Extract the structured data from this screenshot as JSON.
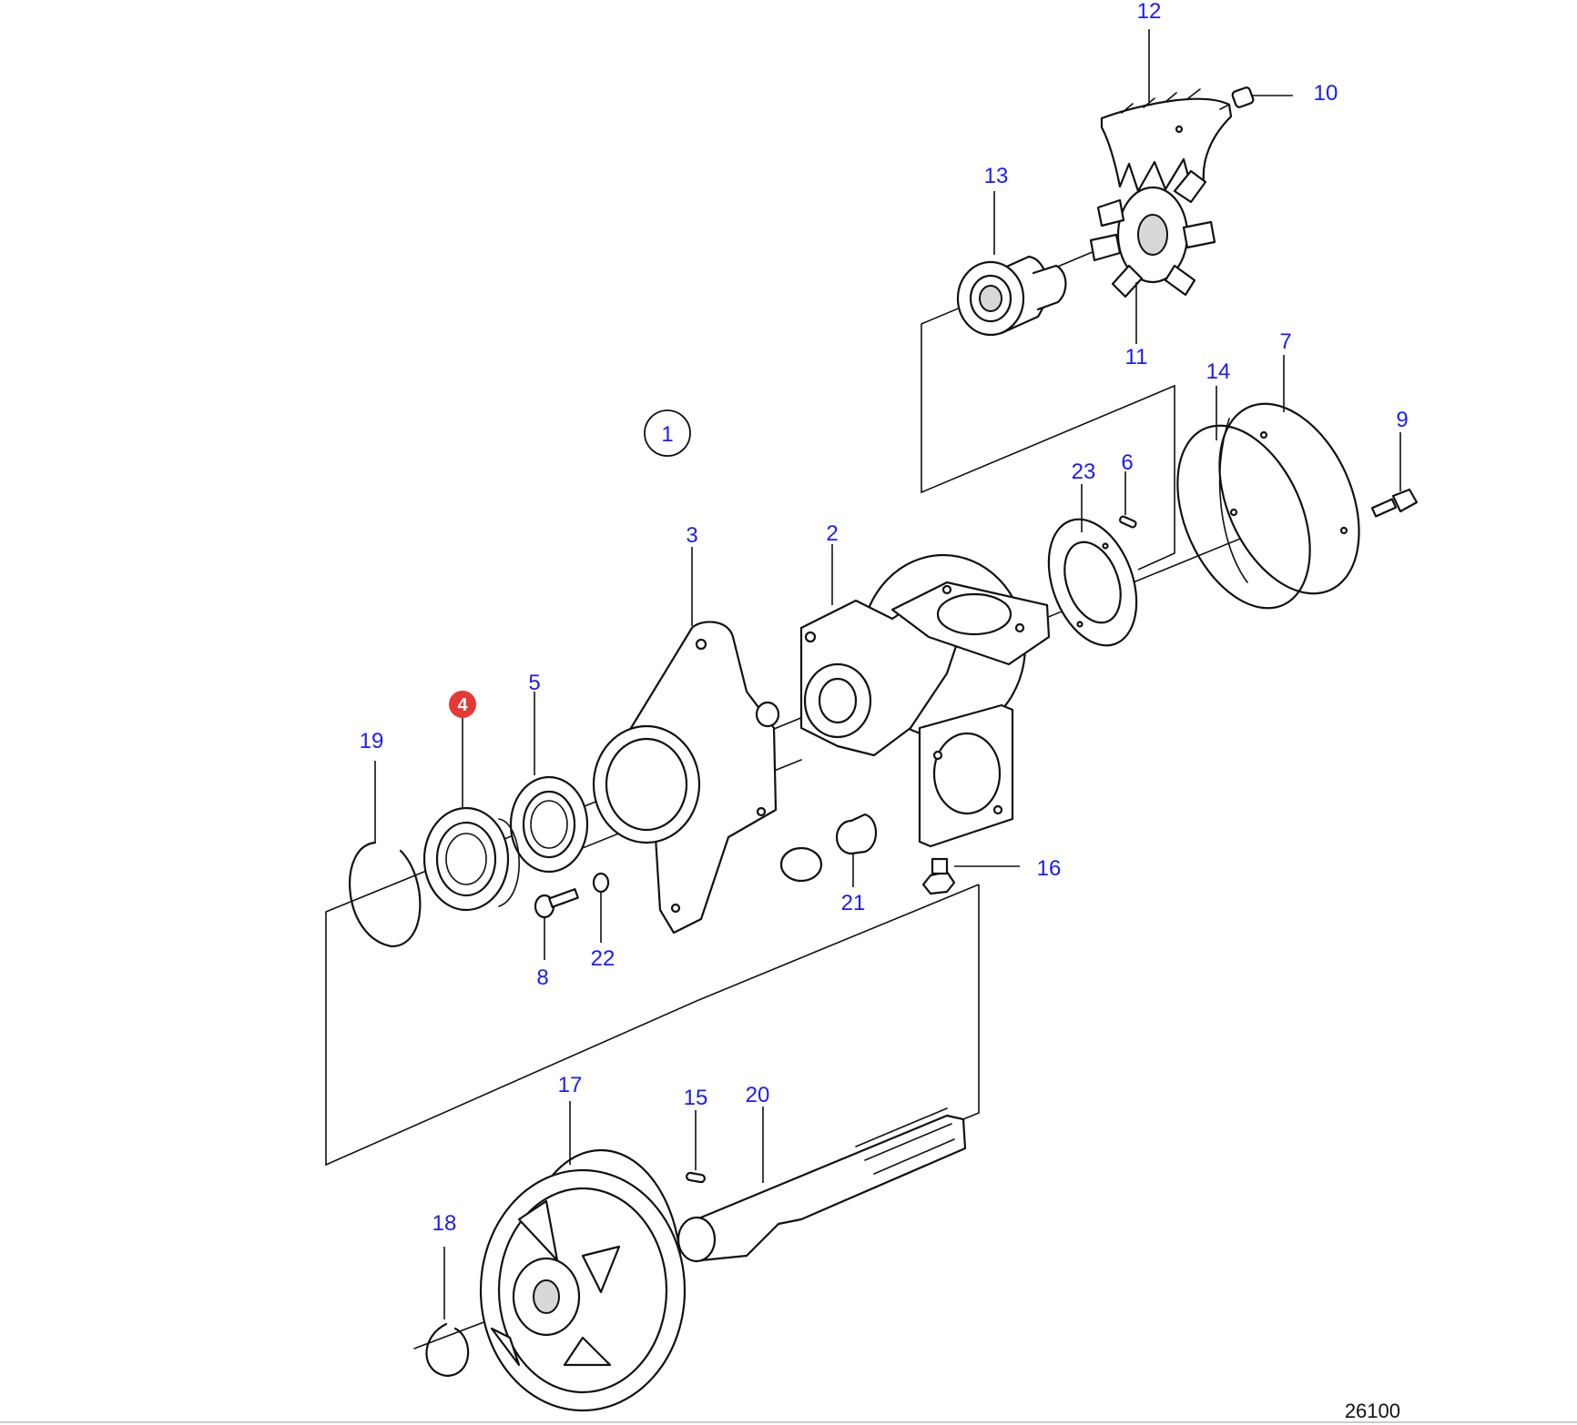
{
  "diagram": {
    "drawing_number": "26100",
    "assembly_marker": "1",
    "highlight_color": "#e53935",
    "label_color": "#1a1aff",
    "callouts": [
      {
        "id": "1",
        "highlighted": false
      },
      {
        "id": "2",
        "highlighted": false
      },
      {
        "id": "3",
        "highlighted": false
      },
      {
        "id": "4",
        "highlighted": true
      },
      {
        "id": "5",
        "highlighted": false
      },
      {
        "id": "6",
        "highlighted": false
      },
      {
        "id": "7",
        "highlighted": false
      },
      {
        "id": "8",
        "highlighted": false
      },
      {
        "id": "9",
        "highlighted": false
      },
      {
        "id": "10",
        "highlighted": false
      },
      {
        "id": "11",
        "highlighted": false
      },
      {
        "id": "12",
        "highlighted": false
      },
      {
        "id": "13",
        "highlighted": false
      },
      {
        "id": "14",
        "highlighted": false
      },
      {
        "id": "15",
        "highlighted": false
      },
      {
        "id": "16",
        "highlighted": false
      },
      {
        "id": "17",
        "highlighted": false
      },
      {
        "id": "18",
        "highlighted": false
      },
      {
        "id": "19",
        "highlighted": false
      },
      {
        "id": "20",
        "highlighted": false
      },
      {
        "id": "21",
        "highlighted": false
      },
      {
        "id": "22",
        "highlighted": false
      },
      {
        "id": "23",
        "highlighted": false
      }
    ]
  }
}
